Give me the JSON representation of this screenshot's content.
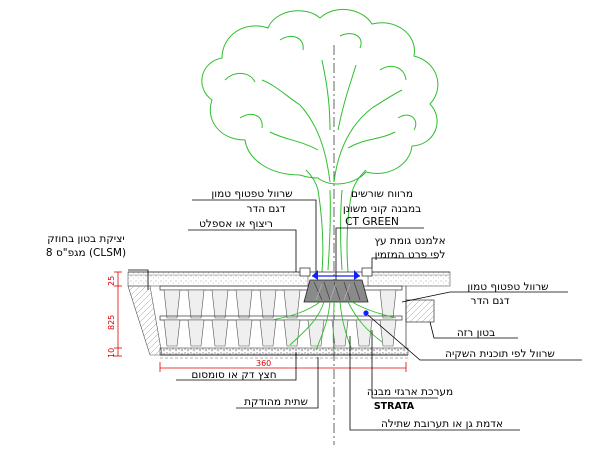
{
  "labels": {
    "root_barrier_top": "שרוול טפטוף טמון",
    "root_barrier_top_sub": "דגם הדר",
    "paving": "ריצוף או אספלט",
    "clsm_line1": "יציקת בטון בחוזק",
    "clsm_line2": "8 מגפ\"ס (CLSM)",
    "root_space_line1": "מרווח שורשים",
    "root_space_line2": "במבנה קוני משונן",
    "root_space_line3": "CT GREEN",
    "tree_guard_line1": "אלמנט גומת עץ",
    "tree_guard_line2": "לפי פרט המזמין",
    "drip_right_line1": "שרוול טפטוף טמון",
    "drip_right_line2": "דגם הדר",
    "lean_concrete": "בטון רזה",
    "irrigation_sleeve": "שרוול לפי תוכנית השקיה",
    "cell_system_line1": "מערכת ארגזי מבנה",
    "cell_system_line2": "STRATA",
    "gravel": "חצץ דק או סומסום",
    "subgrade": "שתית מהודקת",
    "soil_mix": "אדמת גן או תערובת שתילה"
  },
  "dimensions": {
    "width": "360",
    "top_layer": "25",
    "cell_height": "825",
    "base_layer": "10"
  },
  "colors": {
    "tree": "#2fbf2f",
    "dimension": "#e00000",
    "irrigation": "#1020ff",
    "leader": "#000000"
  }
}
